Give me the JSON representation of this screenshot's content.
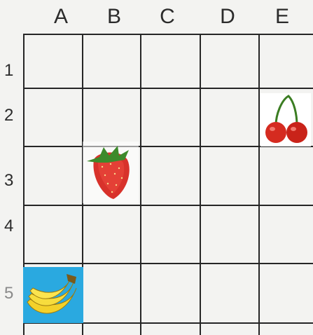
{
  "columns": [
    "A",
    "B",
    "C",
    "D",
    "E"
  ],
  "rows": [
    "1",
    "2",
    "3",
    "4",
    "5"
  ],
  "placed_items": [
    {
      "name": "strawberry",
      "col": "B",
      "row": "3"
    },
    {
      "name": "cherries",
      "col": "E",
      "row": "2"
    },
    {
      "name": "bananas",
      "col": "A",
      "row": "5"
    }
  ],
  "colors": {
    "grid_line": "#262626",
    "paper": "#f3f3f1",
    "banana_bg": "#2aa9e0"
  },
  "icons": [
    "strawberry-icon",
    "cherries-icon",
    "bananas-icon"
  ]
}
